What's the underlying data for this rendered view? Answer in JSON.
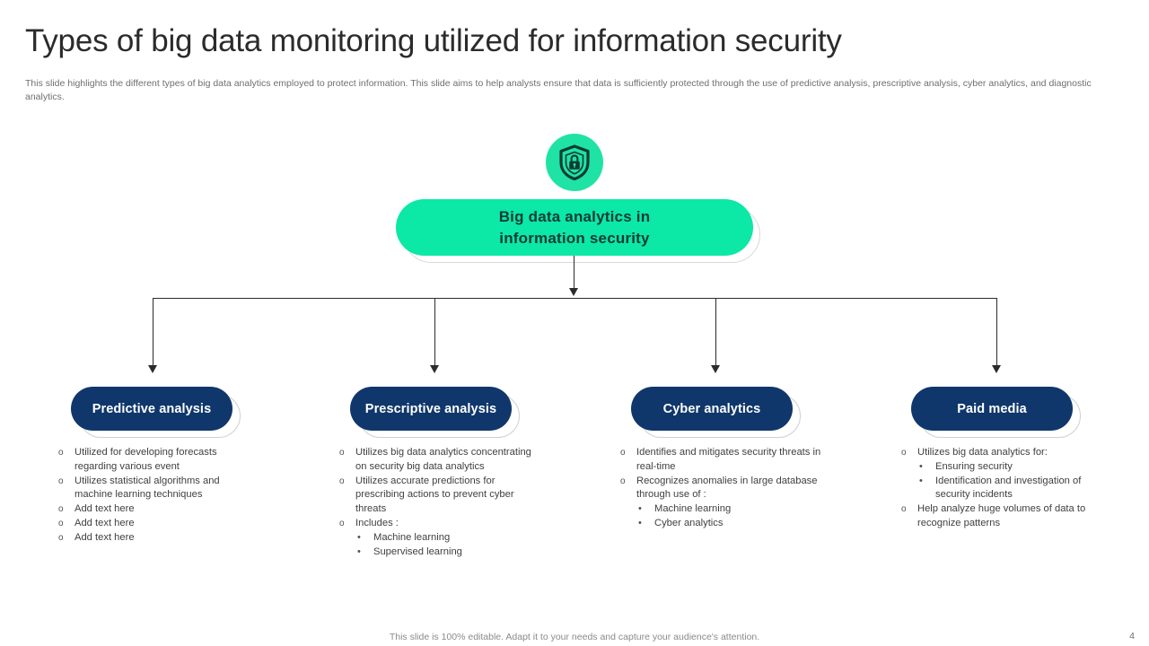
{
  "slide": {
    "title": "Types of big data monitoring utilized for information security",
    "subtitle": "This slide highlights the different types of big data analytics employed to protect information. This slide aims to help analysts ensure that data is sufficiently protected through the use of predictive analysis, prescriptive analysis, cyber analytics, and diagnostic analytics.",
    "page_number": "4",
    "footer_note": "This slide is 100% editable. Adapt it to your needs and capture your audience's attention."
  },
  "colors": {
    "accent_green": "#0ce8a5",
    "icon_green": "#1fe3a4",
    "node_navy": "#10376b",
    "title_text": "#2b2b2b",
    "body_text": "#404040",
    "connector": "#2b2b2b"
  },
  "diagram": {
    "icon_name": "shield-lock-icon",
    "root": {
      "line1": "Big data analytics in",
      "line2": "information security"
    },
    "branches": [
      {
        "label": "Predictive analysis",
        "bullets": [
          {
            "level": 1,
            "text": "Utilized for developing forecasts regarding various event"
          },
          {
            "level": 1,
            "text": "Utilizes statistical algorithms and machine learning techniques"
          },
          {
            "level": 1,
            "text": "Add text here"
          },
          {
            "level": 1,
            "text": "Add text here"
          },
          {
            "level": 1,
            "text": "Add text here"
          }
        ]
      },
      {
        "label": "Prescriptive analysis",
        "bullets": [
          {
            "level": 1,
            "text": "Utilizes big data analytics concentrating on security big data analytics"
          },
          {
            "level": 1,
            "text": "Utilizes accurate predictions for prescribing actions to prevent cyber threats"
          },
          {
            "level": 1,
            "text": "Includes :"
          },
          {
            "level": 2,
            "text": "Machine learning"
          },
          {
            "level": 2,
            "text": "Supervised learning"
          }
        ]
      },
      {
        "label": "Cyber analytics",
        "bullets": [
          {
            "level": 1,
            "text": "Identifies and mitigates security threats in real-time"
          },
          {
            "level": 1,
            "text": "Recognizes anomalies in large database through use of :"
          },
          {
            "level": 2,
            "text": "Machine learning"
          },
          {
            "level": 2,
            "text": "Cyber analytics"
          }
        ]
      },
      {
        "label": "Paid media",
        "bullets": [
          {
            "level": 1,
            "text": "Utilizes big data analytics for:"
          },
          {
            "level": 2,
            "text": "Ensuring security"
          },
          {
            "level": 2,
            "text": "Identification and investigation of security incidents"
          },
          {
            "level": 1,
            "text": "Help analyze huge volumes of data to recognize patterns"
          }
        ]
      }
    ],
    "markers": {
      "level1": "o",
      "level2": "•"
    }
  }
}
